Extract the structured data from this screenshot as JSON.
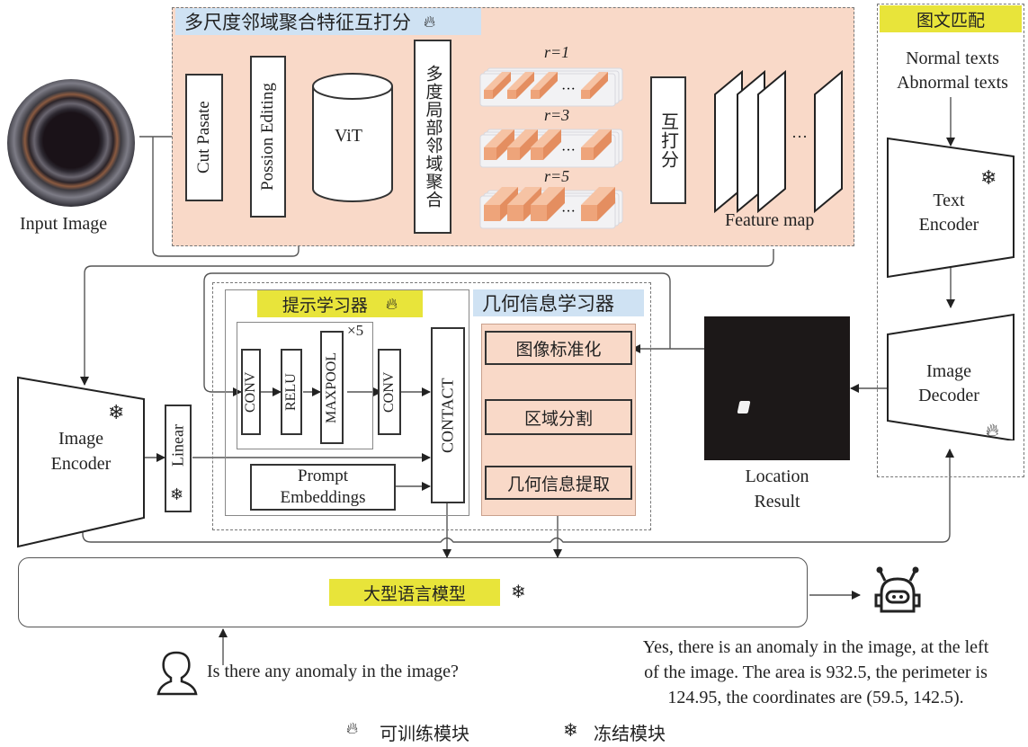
{
  "colors": {
    "module_fill": "#f9d9c8",
    "blue_label": "#cfe2f3",
    "yellow_label": "#e8e43a",
    "feature_block": "#eea47a"
  },
  "input": {
    "label": "Input Image"
  },
  "multiscale": {
    "title": "多尺度邻域聚合特征互打分",
    "title_icon": "flame-icon",
    "cut_paste": "Cut Pasate",
    "poisson": "Possion Editing",
    "vit": "ViT",
    "aggregation": "多度局部邻域聚合",
    "radii": [
      "r=1",
      "r=3",
      "r=5"
    ],
    "ellipsis": "···",
    "scoring": "互打分",
    "feature_map": "Feature map"
  },
  "text_match": {
    "title": "图文匹配",
    "texts_line1": "Normal texts",
    "texts_line2": "Abnormal texts",
    "text_encoder_line1": "Text",
    "text_encoder_line2": "Encoder",
    "text_encoder_icon": "snowflake-icon",
    "image_decoder_line1": "Image",
    "image_decoder_line2": "Decoder",
    "image_decoder_icon": "flame-icon"
  },
  "image_encoder": {
    "line1": "Image",
    "line2": "Encoder",
    "icon": "snowflake-icon"
  },
  "linear": {
    "label": "Linear",
    "icon": "snowflake-icon"
  },
  "prompt_learner": {
    "title": "提示学习器",
    "title_icon": "flame-icon",
    "conv1": "CONV",
    "relu": "RELU",
    "maxpool": "MAXPOOL",
    "repeat": "×5",
    "conv2": "CONV",
    "contact": "CONTACT",
    "prompt_line1": "Prompt",
    "prompt_line2": "Embeddings"
  },
  "geo_learner": {
    "title": "几何信息学习器",
    "steps": [
      "图像标准化",
      "区域分割",
      "几何信息提取"
    ]
  },
  "location": {
    "line1": "Location",
    "line2": "Result"
  },
  "llm": {
    "label": "大型语言模型",
    "icon": "snowflake-icon"
  },
  "question": "Is there any anomaly in the image?",
  "answer": {
    "line1": "Yes, there is an anomaly in the image, at the left",
    "line2": "of the image. The area is 932.5, the perimeter is",
    "line3": "124.95, the coordinates are (59.5, 142.5)."
  },
  "legend": {
    "trainable": "可训练模块",
    "frozen": "冻结模块"
  }
}
